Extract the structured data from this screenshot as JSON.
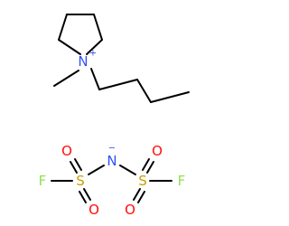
{
  "colors": {
    "carbon_bond": "#000000",
    "nitrogen": "#3050f8",
    "sulfur": "#c8a000",
    "oxygen": "#ff0d0d",
    "fluorine": "#90e050"
  },
  "cation": {
    "n_label": "N",
    "n_charge": "+"
  },
  "anion": {
    "n_label": "N",
    "n_charge": "−",
    "s_left_label": "S",
    "s_right_label": "S",
    "o1_label": "O",
    "o2_label": "O",
    "o3_label": "O",
    "o4_label": "O",
    "f_left_label": "F",
    "f_right_label": "F"
  }
}
